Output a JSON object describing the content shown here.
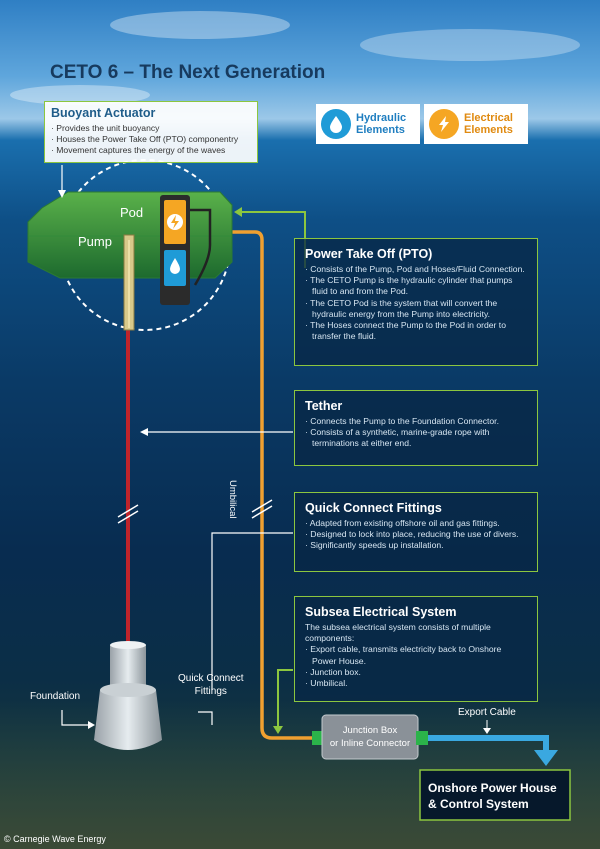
{
  "title": "CETO 6 – The Next Generation",
  "legend": [
    {
      "label_line1": "Hydraulic",
      "label_line2": "Elements",
      "color": "#1f9bd7",
      "icon": "water-drop-icon"
    },
    {
      "label_line1": "Electrical",
      "label_line2": "Elements",
      "color": "#f5a623",
      "icon": "lightning-icon"
    }
  ],
  "buoyant_actuator": {
    "heading": "Buoyant Actuator",
    "items": [
      "Provides the unit buoyancy",
      "Houses the Power Take Off (PTO) componentry",
      "Movement captures the energy of the waves"
    ]
  },
  "pto": {
    "heading": "Power Take Off (PTO)",
    "items": [
      "Consists of the Pump, Pod and Hoses/Fluid Connection.",
      "The CETO Pump is the hydraulic cylinder that pumps fluid to and from the Pod.",
      "The CETO Pod is the system that will convert the hydraulic energy from the Pump into electricity.",
      "The Hoses connect the Pump to the Pod in order to transfer the fluid."
    ]
  },
  "tether": {
    "heading": "Tether",
    "items": [
      "Connects the Pump to the Foundation Connector.",
      "Consists of a synthetic, marine-grade rope with terminations at either end."
    ]
  },
  "quick_connect": {
    "heading": "Quick Connect Fittings",
    "items": [
      "Adapted from existing offshore oil and gas fittings.",
      "Designed to lock into place, reducing the use of divers.",
      "Significantly speeds up installation."
    ]
  },
  "subsea": {
    "heading": "Subsea Electrical System",
    "intro": "The subsea electrical system consists of multiple components:",
    "items": [
      "Export cable, transmits electricity back to Onshore Power House.",
      "Junction box.",
      "Umbilical."
    ]
  },
  "labels": {
    "pod": "Pod",
    "pump": "Pump",
    "umbilical": "Umbilical",
    "foundation": "Foundation",
    "quick_connect_line1": "Quick Connect",
    "quick_connect_line2": "Fittings",
    "junction_line1": "Junction Box",
    "junction_line2": "or Inline Connector",
    "export_cable": "Export Cable",
    "onshore_line1": "Onshore Power House",
    "onshore_line2": "& Control System",
    "credit": "© Carnegie Wave Energy"
  },
  "colors": {
    "accent_green": "#8cc63f",
    "tether_red": "#c0242b",
    "umbilical_orange": "#f0a030",
    "export_blue": "#3aa8e0"
  }
}
